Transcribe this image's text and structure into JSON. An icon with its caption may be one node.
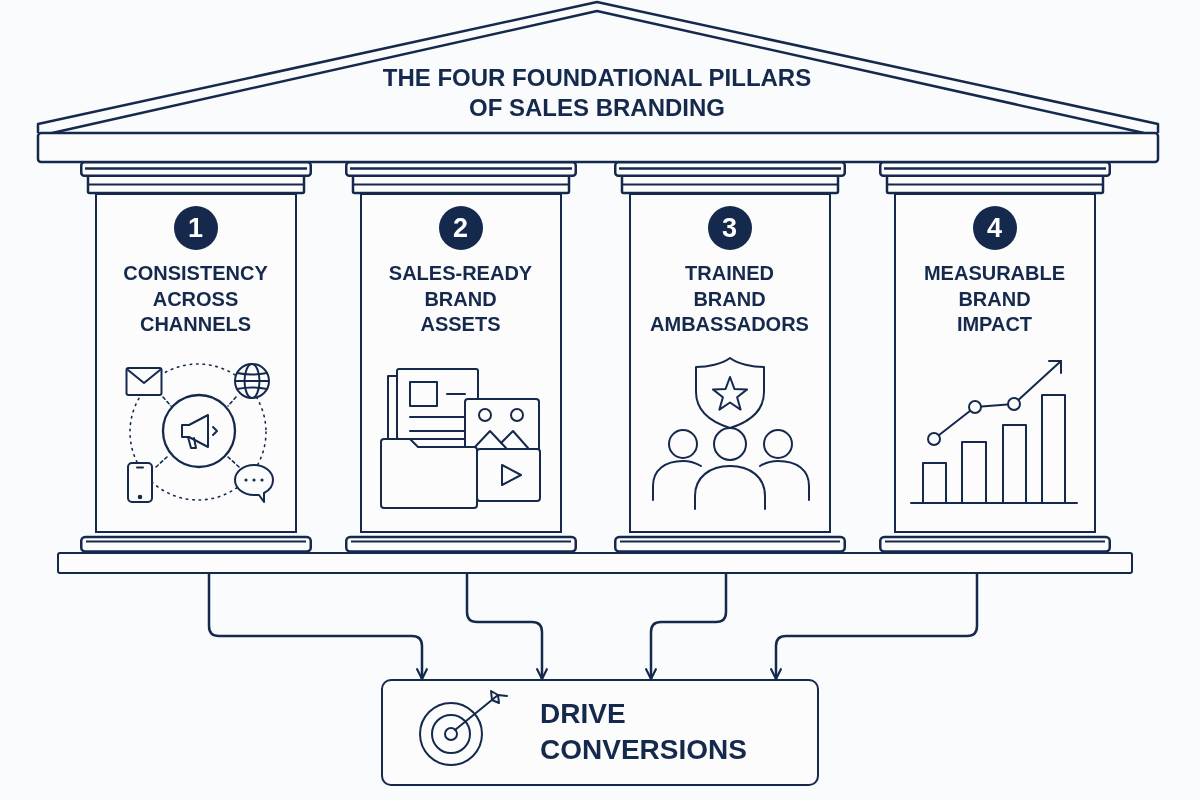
{
  "diagram": {
    "title": "THE FOUR FOUNDATIONAL PILLARS OF SALES BRANDING",
    "nodes": [
      {
        "text": [
          "1",
          "CONSISTENCY ACROSS CHANNELS"
        ]
      },
      {
        "text": [
          "2",
          "SALES-READY BRAND ASSETS"
        ]
      },
      {
        "text": [
          "3",
          "TRAINED BRAND AMBASSADORS"
        ]
      },
      {
        "text": [
          "4",
          "MEASURABLE BRAND IMPACT"
        ]
      },
      {
        "text": [],
        "shape": "bar"
      },
      {
        "text": [
          "DRIVE CONVERSIONS"
        ]
      }
    ],
    "edges": [
      {
        "from": 4,
        "to": 5,
        "arrow": "to"
      },
      {
        "from": 4,
        "to": 5,
        "arrow": "to"
      },
      {
        "from": 4,
        "to": 5,
        "arrow": "to"
      },
      {
        "from": 4,
        "to": 5,
        "arrow": "to"
      }
    ]
  }
}
